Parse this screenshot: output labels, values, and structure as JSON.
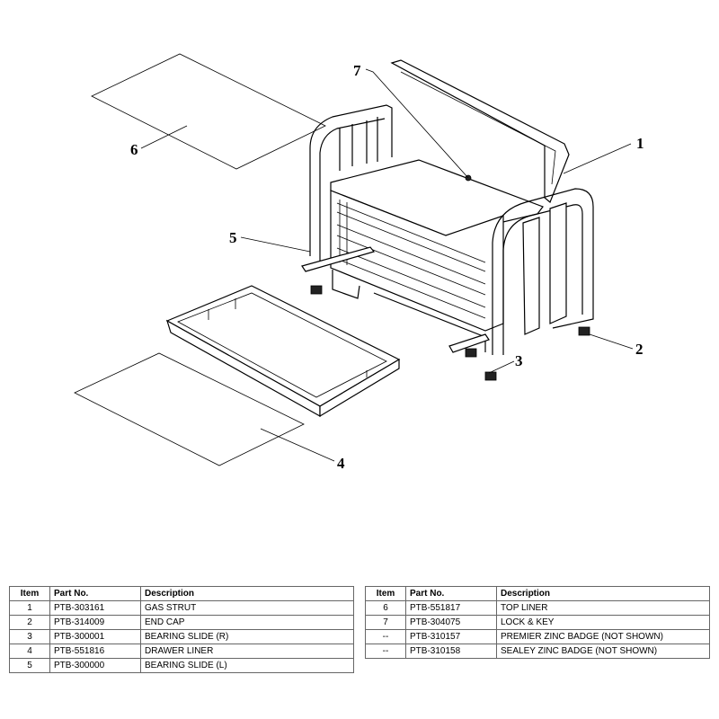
{
  "callouts": [
    "1",
    "2",
    "3",
    "4",
    "5",
    "6",
    "7"
  ],
  "table": {
    "headers": {
      "item": "Item",
      "part_no": "Part No.",
      "description": "Description"
    },
    "left_rows": [
      {
        "item": "1",
        "part_no": "PTB-303161",
        "description": "GAS STRUT"
      },
      {
        "item": "2",
        "part_no": "PTB-314009",
        "description": "END CAP"
      },
      {
        "item": "3",
        "part_no": "PTB-300001",
        "description": "BEARING SLIDE (R)"
      },
      {
        "item": "4",
        "part_no": "PTB-551816",
        "description": "DRAWER LINER"
      },
      {
        "item": "5",
        "part_no": "PTB-300000",
        "description": "BEARING SLIDE (L)"
      }
    ],
    "right_rows": [
      {
        "item": "6",
        "part_no": "PTB-551817",
        "description": "TOP LINER"
      },
      {
        "item": "7",
        "part_no": "PTB-304075",
        "description": "LOCK & KEY"
      },
      {
        "item": "--",
        "part_no": "PTB-310157",
        "description": "PREMIER ZINC BADGE (NOT SHOWN)"
      },
      {
        "item": "--",
        "part_no": "PTB-310158",
        "description": "SEALEY ZINC BADGE (NOT SHOWN)"
      }
    ]
  }
}
